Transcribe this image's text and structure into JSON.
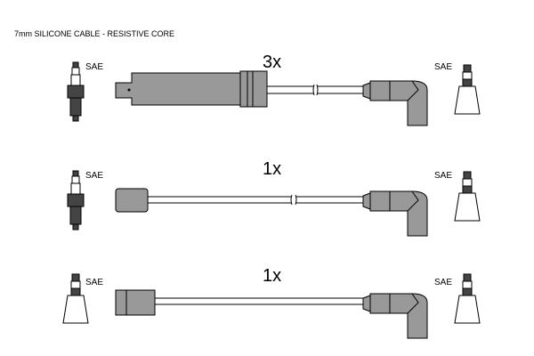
{
  "title": "7mm SILICONE CABLE - RESISTIVE CORE",
  "rows": [
    {
      "quantity": "3x",
      "left_label": "SAE",
      "right_label": "SAE"
    },
    {
      "quantity": "1x",
      "left_label": "SAE",
      "right_label": "SAE"
    },
    {
      "quantity": "1x",
      "left_label": "SAE",
      "right_label": "SAE"
    }
  ],
  "colors": {
    "boot": "#999999",
    "outline": "#000000"
  }
}
